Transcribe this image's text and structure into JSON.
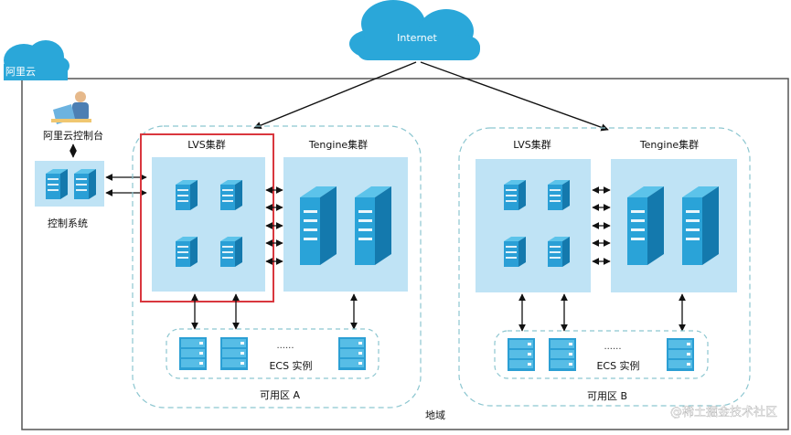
{
  "labels": {
    "internet": "Internet",
    "aliyun": "阿里云",
    "console": "阿里云控制台",
    "control_system": "控制系统",
    "region": "地域",
    "watermark": "@稀土掘金技术社区"
  },
  "zones": [
    {
      "lvs_label": "LVS集群",
      "tengine_label": "Tengine集群",
      "ecs_dots": "······",
      "ecs_label": "ECS 实例",
      "zone_label": "可用区 A"
    },
    {
      "lvs_label": "LVS集群",
      "tengine_label": "Tengine集群",
      "ecs_dots": "······",
      "ecs_label": "ECS 实例",
      "zone_label": "可用区 B"
    }
  ],
  "colors": {
    "cloud": "#2aa7d9",
    "panel": "#bfe3f5",
    "dashed": "#8cc6d0",
    "highlight": "#d9373e",
    "server_light": "#3bb0e0",
    "server_dark": "#1479ad",
    "frame": "#555555"
  }
}
